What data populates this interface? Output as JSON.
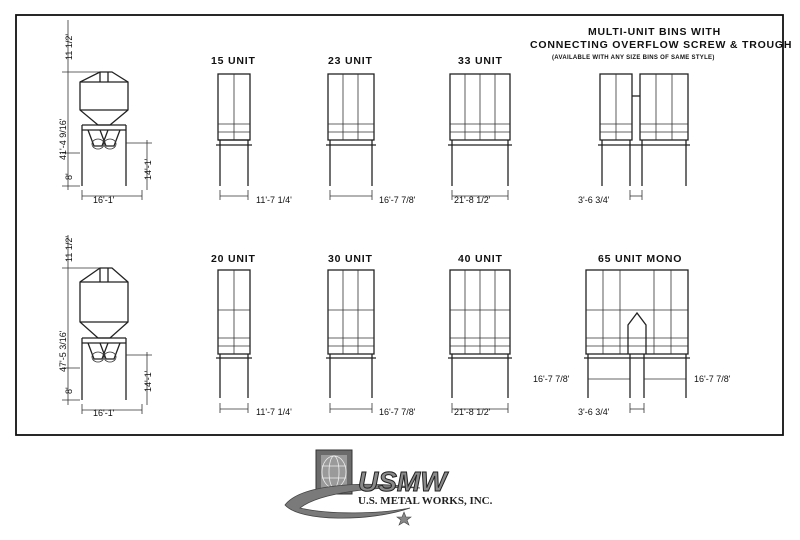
{
  "notes": {
    "title_line1": "MULTI-UNIT BINS WITH",
    "title_line2": "CONNECTING OVERFLOW SCREW & TROUGH",
    "subtitle": "(AVAILABLE WITH ANY SIZE BINS OF SAME STYLE)"
  },
  "top_row": {
    "bin_top_dim": "11 1/2'",
    "bin_height_dim": "41'-4 9/16'",
    "bin_leg_dim": "8'",
    "bin_side_dim": "14'-1'",
    "bin_width_dim": "16'-1'",
    "unit_a_label": "15 UNIT",
    "unit_a_dim": "11'-7 1/4'",
    "unit_b_label": "23 UNIT",
    "unit_b_dim": "16'-7 7/8'",
    "unit_c_label": "33 UNIT",
    "unit_c_dim": "21'-8 1/2'",
    "multi_dim": "3'-6 3/4'"
  },
  "bottom_row": {
    "bin_top_dim": "11 1/2'",
    "bin_height_dim": "47'-5 3/16'",
    "bin_leg_dim": "8'",
    "bin_side_dim": "14'-1'",
    "bin_width_dim": "16'-1'",
    "unit_a_label": "20 UNIT",
    "unit_a_dim": "11'-7 1/4'",
    "unit_b_label": "30 UNIT",
    "unit_b_dim": "16'-7 7/8'",
    "unit_c_label": "40 UNIT",
    "unit_c_dim": "21'-8 1/2'",
    "mono_label": "65 UNIT MONO",
    "mono_left_dim": "16'-7 7/8'",
    "mono_right_dim": "16'-7 7/8'",
    "mono_center_dim": "3'-6 3/4'"
  },
  "logo": {
    "mark": "USMW",
    "company": "U.S. METAL WORKS, INC."
  }
}
